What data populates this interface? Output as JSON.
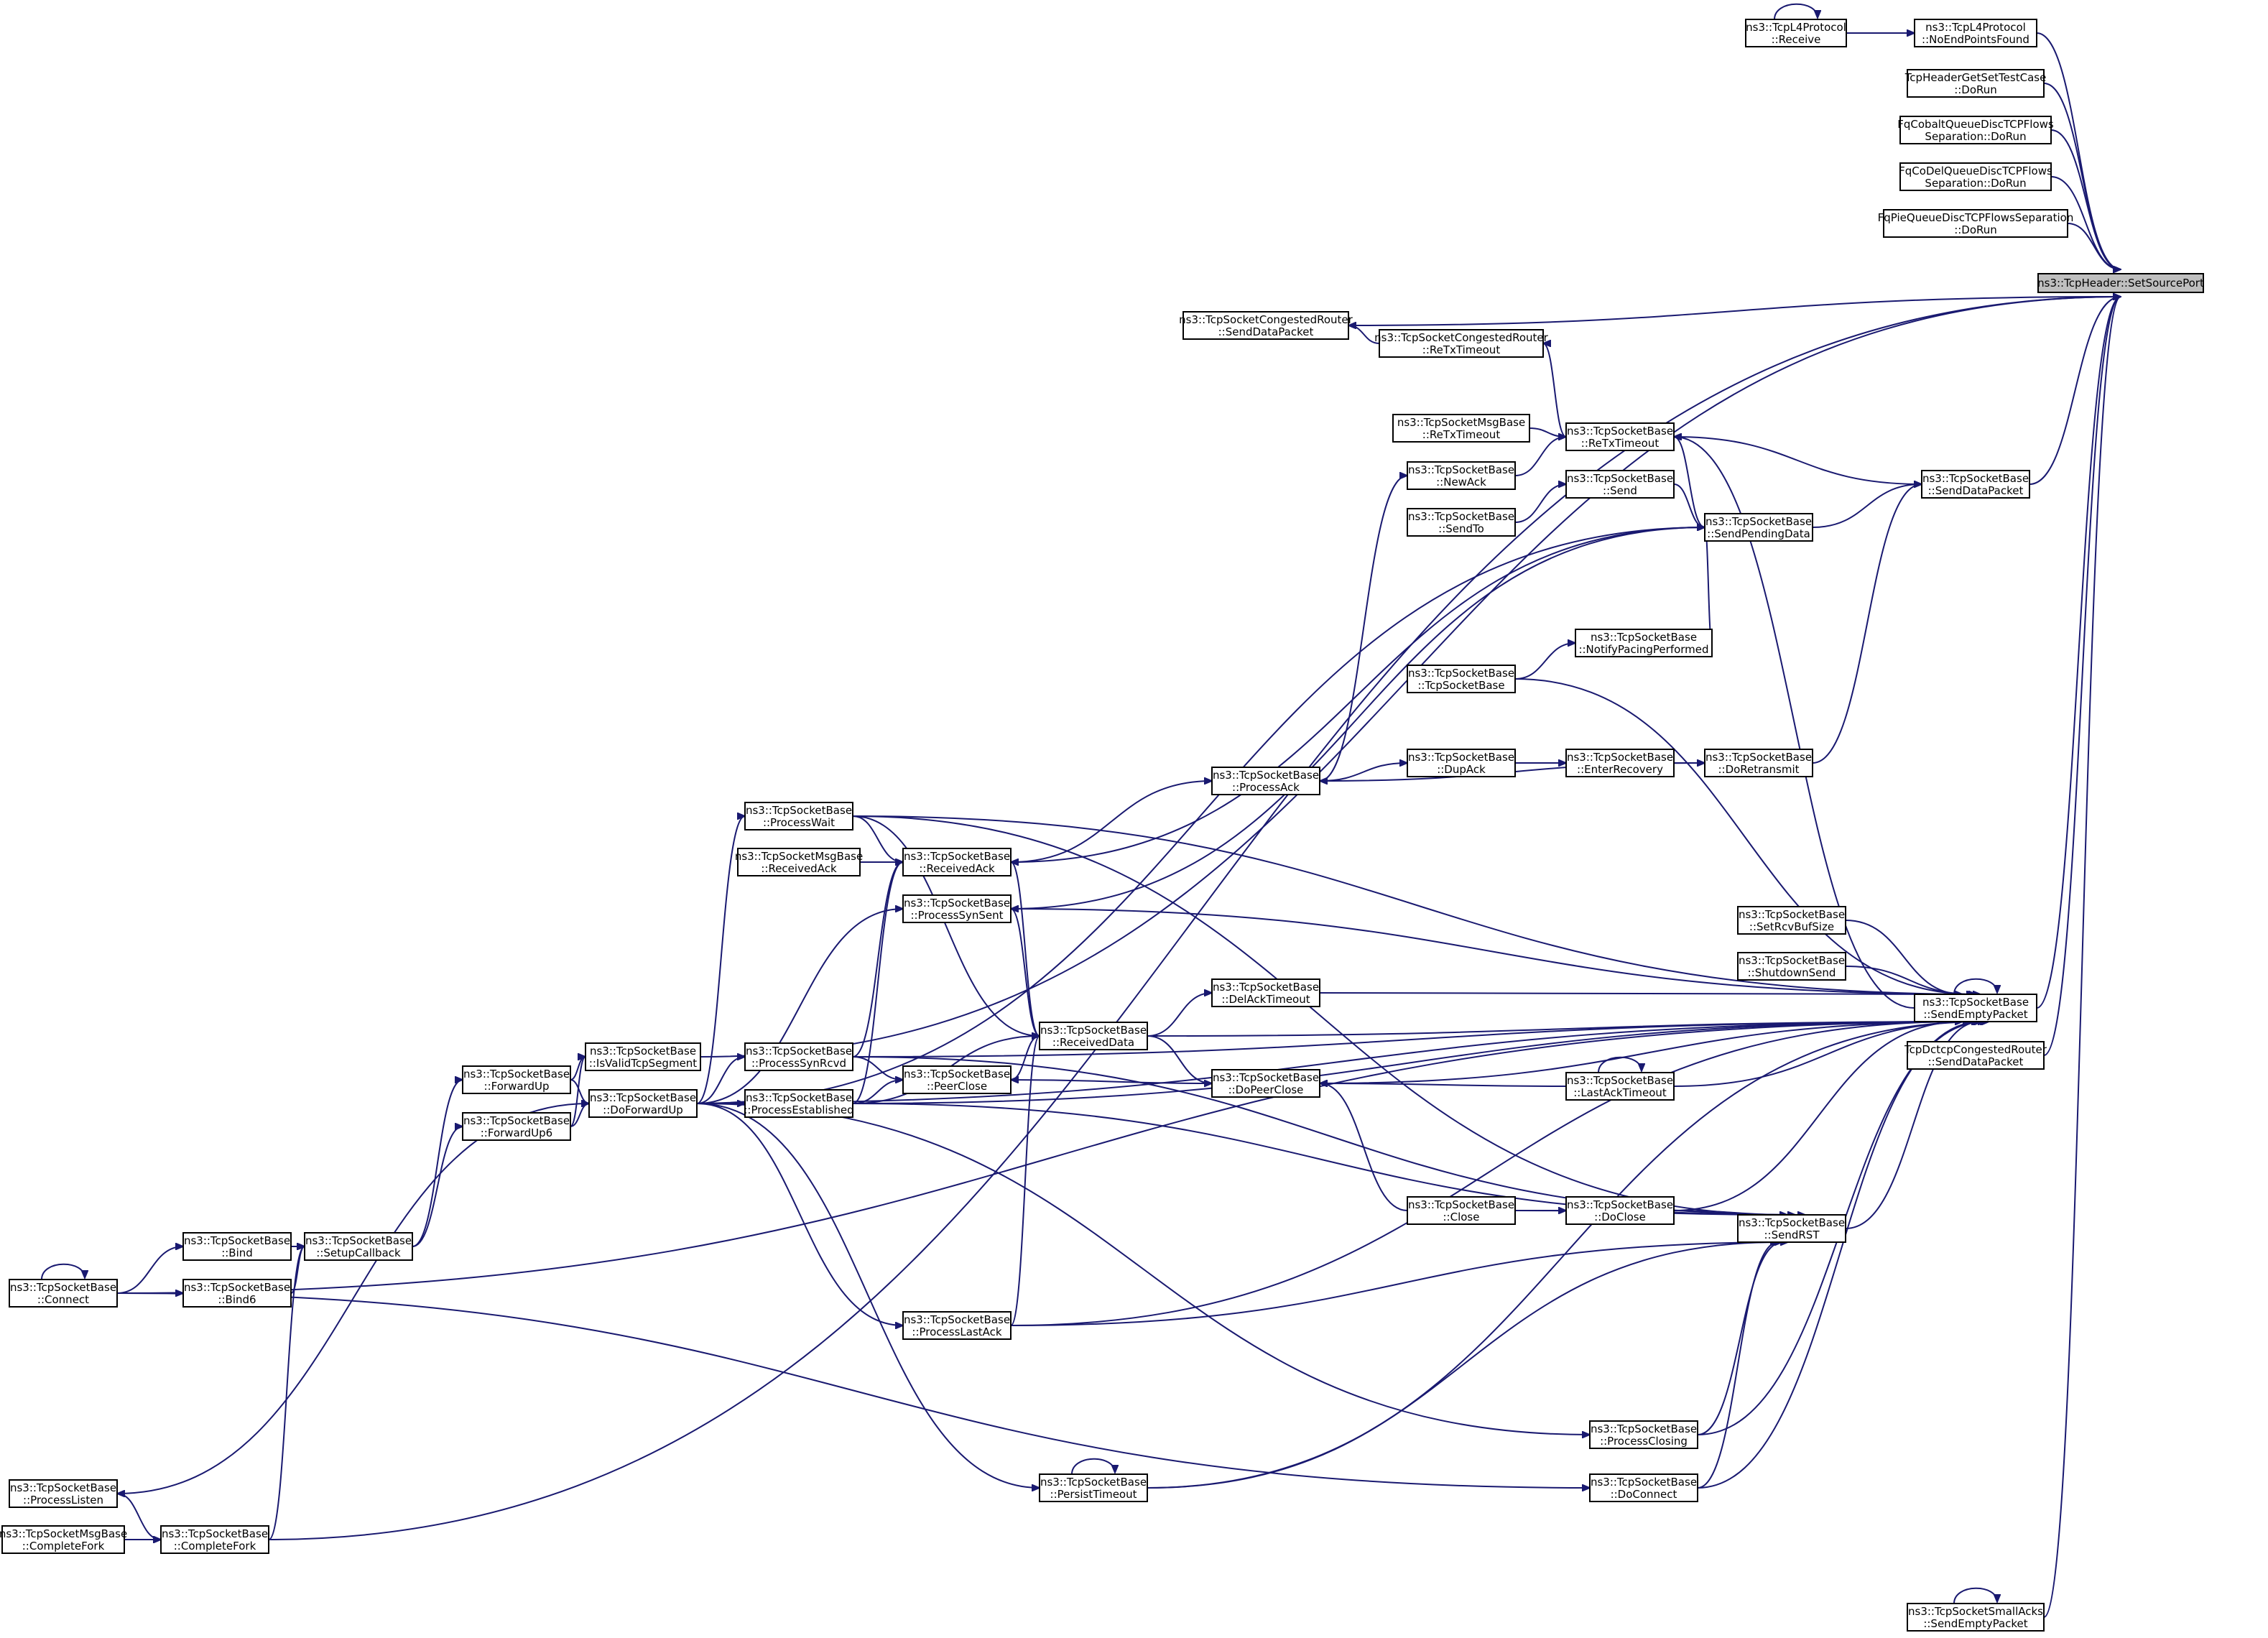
{
  "nodes": [
    {
      "id": "target",
      "lines": [
        "ns3::TcpHeader::SetSourcePort"
      ],
      "target": true
    },
    {
      "id": "l4_notfound",
      "lines": [
        "ns3::TcpL4Protocol",
        "::NoEndPointsFound"
      ]
    },
    {
      "id": "l4_receive",
      "lines": [
        "ns3::TcpL4Protocol",
        "::Receive"
      ]
    },
    {
      "id": "hdr_test",
      "lines": [
        "TcpHeaderGetSetTestCase",
        "::DoRun"
      ]
    },
    {
      "id": "fq_cobalt",
      "lines": [
        "FqCobaltQueueDiscTCPFlows",
        "Separation::DoRun"
      ]
    },
    {
      "id": "fq_codel",
      "lines": [
        "FqCoDelQueueDiscTCPFlows",
        "Separation::DoRun"
      ]
    },
    {
      "id": "fq_pie",
      "lines": [
        "FqPieQueueDiscTCPFlowsSeparation",
        "::DoRun"
      ]
    },
    {
      "id": "cr_senddata",
      "lines": [
        "ns3::TcpSocketCongestedRouter",
        "::SendDataPacket"
      ]
    },
    {
      "id": "cr_retx",
      "lines": [
        "ns3::TcpSocketCongestedRouter",
        "::ReTxTimeout"
      ]
    },
    {
      "id": "msg_retx",
      "lines": [
        "ns3::TcpSocketMsgBase",
        "::ReTxTimeout"
      ]
    },
    {
      "id": "retx",
      "lines": [
        "ns3::TcpSocketBase",
        "::ReTxTimeout"
      ]
    },
    {
      "id": "newack",
      "lines": [
        "ns3::TcpSocketBase",
        "::NewAck"
      ]
    },
    {
      "id": "send",
      "lines": [
        "ns3::TcpSocketBase",
        "::Send"
      ]
    },
    {
      "id": "sendto",
      "lines": [
        "ns3::TcpSocketBase",
        "::SendTo"
      ]
    },
    {
      "id": "sendpending",
      "lines": [
        "ns3::TcpSocketBase",
        "::SendPendingData"
      ]
    },
    {
      "id": "senddata",
      "lines": [
        "ns3::TcpSocketBase",
        "::SendDataPacket"
      ]
    },
    {
      "id": "notifypacing",
      "lines": [
        "ns3::TcpSocketBase",
        "::NotifyPacingPerformed"
      ]
    },
    {
      "id": "ctor",
      "lines": [
        "ns3::TcpSocketBase",
        "::TcpSocketBase"
      ]
    },
    {
      "id": "dupack",
      "lines": [
        "ns3::TcpSocketBase",
        "::DupAck"
      ]
    },
    {
      "id": "enterrec",
      "lines": [
        "ns3::TcpSocketBase",
        "::EnterRecovery"
      ]
    },
    {
      "id": "doretx",
      "lines": [
        "ns3::TcpSocketBase",
        "::DoRetransmit"
      ]
    },
    {
      "id": "processack",
      "lines": [
        "ns3::TcpSocketBase",
        "::ProcessAck"
      ]
    },
    {
      "id": "processwait",
      "lines": [
        "ns3::TcpSocketBase",
        "::ProcessWait"
      ]
    },
    {
      "id": "msg_rcvack",
      "lines": [
        "ns3::TcpSocketMsgBase",
        "::ReceivedAck"
      ]
    },
    {
      "id": "rcvack",
      "lines": [
        "ns3::TcpSocketBase",
        "::ReceivedAck"
      ]
    },
    {
      "id": "synsent",
      "lines": [
        "ns3::TcpSocketBase",
        "::ProcessSynSent"
      ]
    },
    {
      "id": "setrcvbuf",
      "lines": [
        "ns3::TcpSocketBase",
        "::SetRcvBufSize"
      ]
    },
    {
      "id": "shutdown",
      "lines": [
        "ns3::TcpSocketBase",
        "::ShutdownSend"
      ]
    },
    {
      "id": "sendempty",
      "lines": [
        "ns3::TcpSocketBase",
        "::SendEmptyPacket"
      ]
    },
    {
      "id": "dctcp",
      "lines": [
        "TcpDctcpCongestedRouter",
        "::SendDataPacket"
      ]
    },
    {
      "id": "delack",
      "lines": [
        "ns3::TcpSocketBase",
        "::DelAckTimeout"
      ]
    },
    {
      "id": "rcvdata",
      "lines": [
        "ns3::TcpSocketBase",
        "::ReceivedData"
      ]
    },
    {
      "id": "isvalid",
      "lines": [
        "ns3::TcpSocketBase",
        "::IsValidTcpSegment"
      ]
    },
    {
      "id": "synrcvd",
      "lines": [
        "ns3::TcpSocketBase",
        "::ProcessSynRcvd"
      ]
    },
    {
      "id": "peerclose",
      "lines": [
        "ns3::TcpSocketBase",
        "::PeerClose"
      ]
    },
    {
      "id": "fwdup",
      "lines": [
        "ns3::TcpSocketBase",
        "::ForwardUp"
      ]
    },
    {
      "id": "dofwdup",
      "lines": [
        "ns3::TcpSocketBase",
        "::DoForwardUp"
      ]
    },
    {
      "id": "established",
      "lines": [
        "ns3::TcpSocketBase",
        "::ProcessEstablished"
      ]
    },
    {
      "id": "dopeerclose",
      "lines": [
        "ns3::TcpSocketBase",
        "::DoPeerClose"
      ]
    },
    {
      "id": "lastacktimeout",
      "lines": [
        "ns3::TcpSocketBase",
        "::LastAckTimeout"
      ]
    },
    {
      "id": "fwdup6",
      "lines": [
        "ns3::TcpSocketBase",
        "::ForwardUp6"
      ]
    },
    {
      "id": "close",
      "lines": [
        "ns3::TcpSocketBase",
        "::Close"
      ]
    },
    {
      "id": "doclose",
      "lines": [
        "ns3::TcpSocketBase",
        "::DoClose"
      ]
    },
    {
      "id": "bind",
      "lines": [
        "ns3::TcpSocketBase",
        "::Bind"
      ]
    },
    {
      "id": "setupcb",
      "lines": [
        "ns3::TcpSocketBase",
        "::SetupCallback"
      ]
    },
    {
      "id": "sendrst",
      "lines": [
        "ns3::TcpSocketBase",
        "::SendRST"
      ]
    },
    {
      "id": "connect",
      "lines": [
        "ns3::TcpSocketBase",
        "::Connect"
      ]
    },
    {
      "id": "bind6",
      "lines": [
        "ns3::TcpSocketBase",
        "::Bind6"
      ]
    },
    {
      "id": "lastack",
      "lines": [
        "ns3::TcpSocketBase",
        "::ProcessLastAck"
      ]
    },
    {
      "id": "closing",
      "lines": [
        "ns3::TcpSocketBase",
        "::ProcessClosing"
      ]
    },
    {
      "id": "listen",
      "lines": [
        "ns3::TcpSocketBase",
        "::ProcessListen"
      ]
    },
    {
      "id": "persist",
      "lines": [
        "ns3::TcpSocketBase",
        "::PersistTimeout"
      ]
    },
    {
      "id": "doconnect",
      "lines": [
        "ns3::TcpSocketBase",
        "::DoConnect"
      ]
    },
    {
      "id": "msg_fork",
      "lines": [
        "ns3::TcpSocketMsgBase",
        "::CompleteFork"
      ]
    },
    {
      "id": "fork",
      "lines": [
        "ns3::TcpSocketBase",
        "::CompleteFork"
      ]
    },
    {
      "id": "smallacks",
      "lines": [
        "ns3::TcpSocketSmallAcks",
        "::SendEmptyPacket"
      ]
    }
  ],
  "edges": [
    [
      "l4_notfound",
      "target"
    ],
    [
      "hdr_test",
      "target"
    ],
    [
      "fq_cobalt",
      "target"
    ],
    [
      "fq_codel",
      "target"
    ],
    [
      "fq_pie",
      "target"
    ],
    [
      "cr_senddata",
      "target"
    ],
    [
      "isvalid",
      "target"
    ],
    [
      "senddata",
      "target"
    ],
    [
      "sendempty",
      "target"
    ],
    [
      "dctcp",
      "target"
    ],
    [
      "smallacks",
      "target"
    ],
    [
      "fork",
      "target"
    ],
    [
      "l4_receive",
      "l4_notfound"
    ],
    [
      "l4_receive",
      "l4_receive"
    ],
    [
      "cr_retx",
      "cr_senddata"
    ],
    [
      "retx",
      "cr_retx"
    ],
    [
      "msg_retx",
      "retx"
    ],
    [
      "newack",
      "retx"
    ],
    [
      "senddata",
      "retx"
    ],
    [
      "sendempty",
      "retx"
    ],
    [
      "processack",
      "newack"
    ],
    [
      "sendto",
      "send"
    ],
    [
      "send",
      "sendpending"
    ],
    [
      "retx",
      "sendpending"
    ],
    [
      "notifypacing",
      "sendpending"
    ],
    [
      "rcvack",
      "sendpending"
    ],
    [
      "synsent",
      "sendpending"
    ],
    [
      "dofwdup",
      "sendpending"
    ],
    [
      "sendpending",
      "senddata"
    ],
    [
      "doretx",
      "senddata"
    ],
    [
      "ctor",
      "notifypacing"
    ],
    [
      "processack",
      "dupack"
    ],
    [
      "dupack",
      "enterrec"
    ],
    [
      "enterrec",
      "doretx"
    ],
    [
      "doretx",
      "processack"
    ],
    [
      "rcvack",
      "processack"
    ],
    [
      "msg_rcvack",
      "rcvack"
    ],
    [
      "processwait",
      "rcvack"
    ],
    [
      "rcvdata",
      "rcvack"
    ],
    [
      "synrcvd",
      "rcvack"
    ],
    [
      "established",
      "rcvack"
    ],
    [
      "dofwdup",
      "processwait"
    ],
    [
      "rcvdata",
      "synsent"
    ],
    [
      "dofwdup",
      "synsent"
    ],
    [
      "setrcvbuf",
      "sendempty"
    ],
    [
      "shutdown",
      "sendempty"
    ],
    [
      "delack",
      "sendempty"
    ],
    [
      "rcvdata",
      "sendempty"
    ],
    [
      "lastacktimeout",
      "sendempty"
    ],
    [
      "doclose",
      "sendempty"
    ],
    [
      "sendrst",
      "sendempty"
    ],
    [
      "lastack",
      "sendempty"
    ],
    [
      "established",
      "sendempty"
    ],
    [
      "closing",
      "sendempty"
    ],
    [
      "doconnect",
      "sendempty"
    ],
    [
      "persist",
      "sendempty"
    ],
    [
      "sendempty",
      "sendempty"
    ],
    [
      "ctor",
      "sendempty"
    ],
    [
      "processwait",
      "sendempty"
    ],
    [
      "synsent",
      "sendempty"
    ],
    [
      "synrcvd",
      "sendempty"
    ],
    [
      "dopeerclose",
      "sendempty"
    ],
    [
      "connect",
      "sendempty"
    ],
    [
      "dofwdup",
      "sendempty"
    ],
    [
      "rcvdata",
      "delack"
    ],
    [
      "established",
      "rcvdata"
    ],
    [
      "peerclose",
      "rcvdata"
    ],
    [
      "processwait",
      "rcvdata"
    ],
    [
      "lastack",
      "rcvdata"
    ],
    [
      "fwdup",
      "isvalid"
    ],
    [
      "fwdup6",
      "isvalid"
    ],
    [
      "dofwdup",
      "synrcvd"
    ],
    [
      "synrcvd",
      "peerclose"
    ],
    [
      "established",
      "peerclose"
    ],
    [
      "dopeerclose",
      "peerclose"
    ],
    [
      "setupcb",
      "fwdup"
    ],
    [
      "fwdup",
      "dofwdup"
    ],
    [
      "fwdup6",
      "dofwdup"
    ],
    [
      "dofwdup",
      "established"
    ],
    [
      "rcvdata",
      "dopeerclose"
    ],
    [
      "lastacktimeout",
      "dopeerclose"
    ],
    [
      "close",
      "dopeerclose"
    ],
    [
      "lastacktimeout",
      "lastacktimeout"
    ],
    [
      "setupcb",
      "fwdup6"
    ],
    [
      "close",
      "doclose"
    ],
    [
      "bind",
      "setupcb"
    ],
    [
      "bind6",
      "setupcb"
    ],
    [
      "fork",
      "setupcb"
    ],
    [
      "close",
      "sendrst"
    ],
    [
      "doclose",
      "sendrst"
    ],
    [
      "closing",
      "sendrst"
    ],
    [
      "doconnect",
      "sendrst"
    ],
    [
      "synrcvd",
      "sendrst"
    ],
    [
      "established",
      "sendrst"
    ],
    [
      "lastack",
      "sendrst"
    ],
    [
      "processwait",
      "sendrst"
    ],
    [
      "connect",
      "bind"
    ],
    [
      "connect",
      "bind6"
    ],
    [
      "connect",
      "connect"
    ],
    [
      "connect",
      "doconnect"
    ],
    [
      "dofwdup",
      "lastack"
    ],
    [
      "dofwdup",
      "closing"
    ],
    [
      "dofwdup",
      "persist"
    ],
    [
      "dofwdup",
      "listen"
    ],
    [
      "listen",
      "fork"
    ],
    [
      "msg_fork",
      "fork"
    ],
    [
      "persist",
      "persist"
    ],
    [
      "smallacks",
      "smallacks"
    ],
    [
      "persist",
      "sendrst"
    ]
  ]
}
